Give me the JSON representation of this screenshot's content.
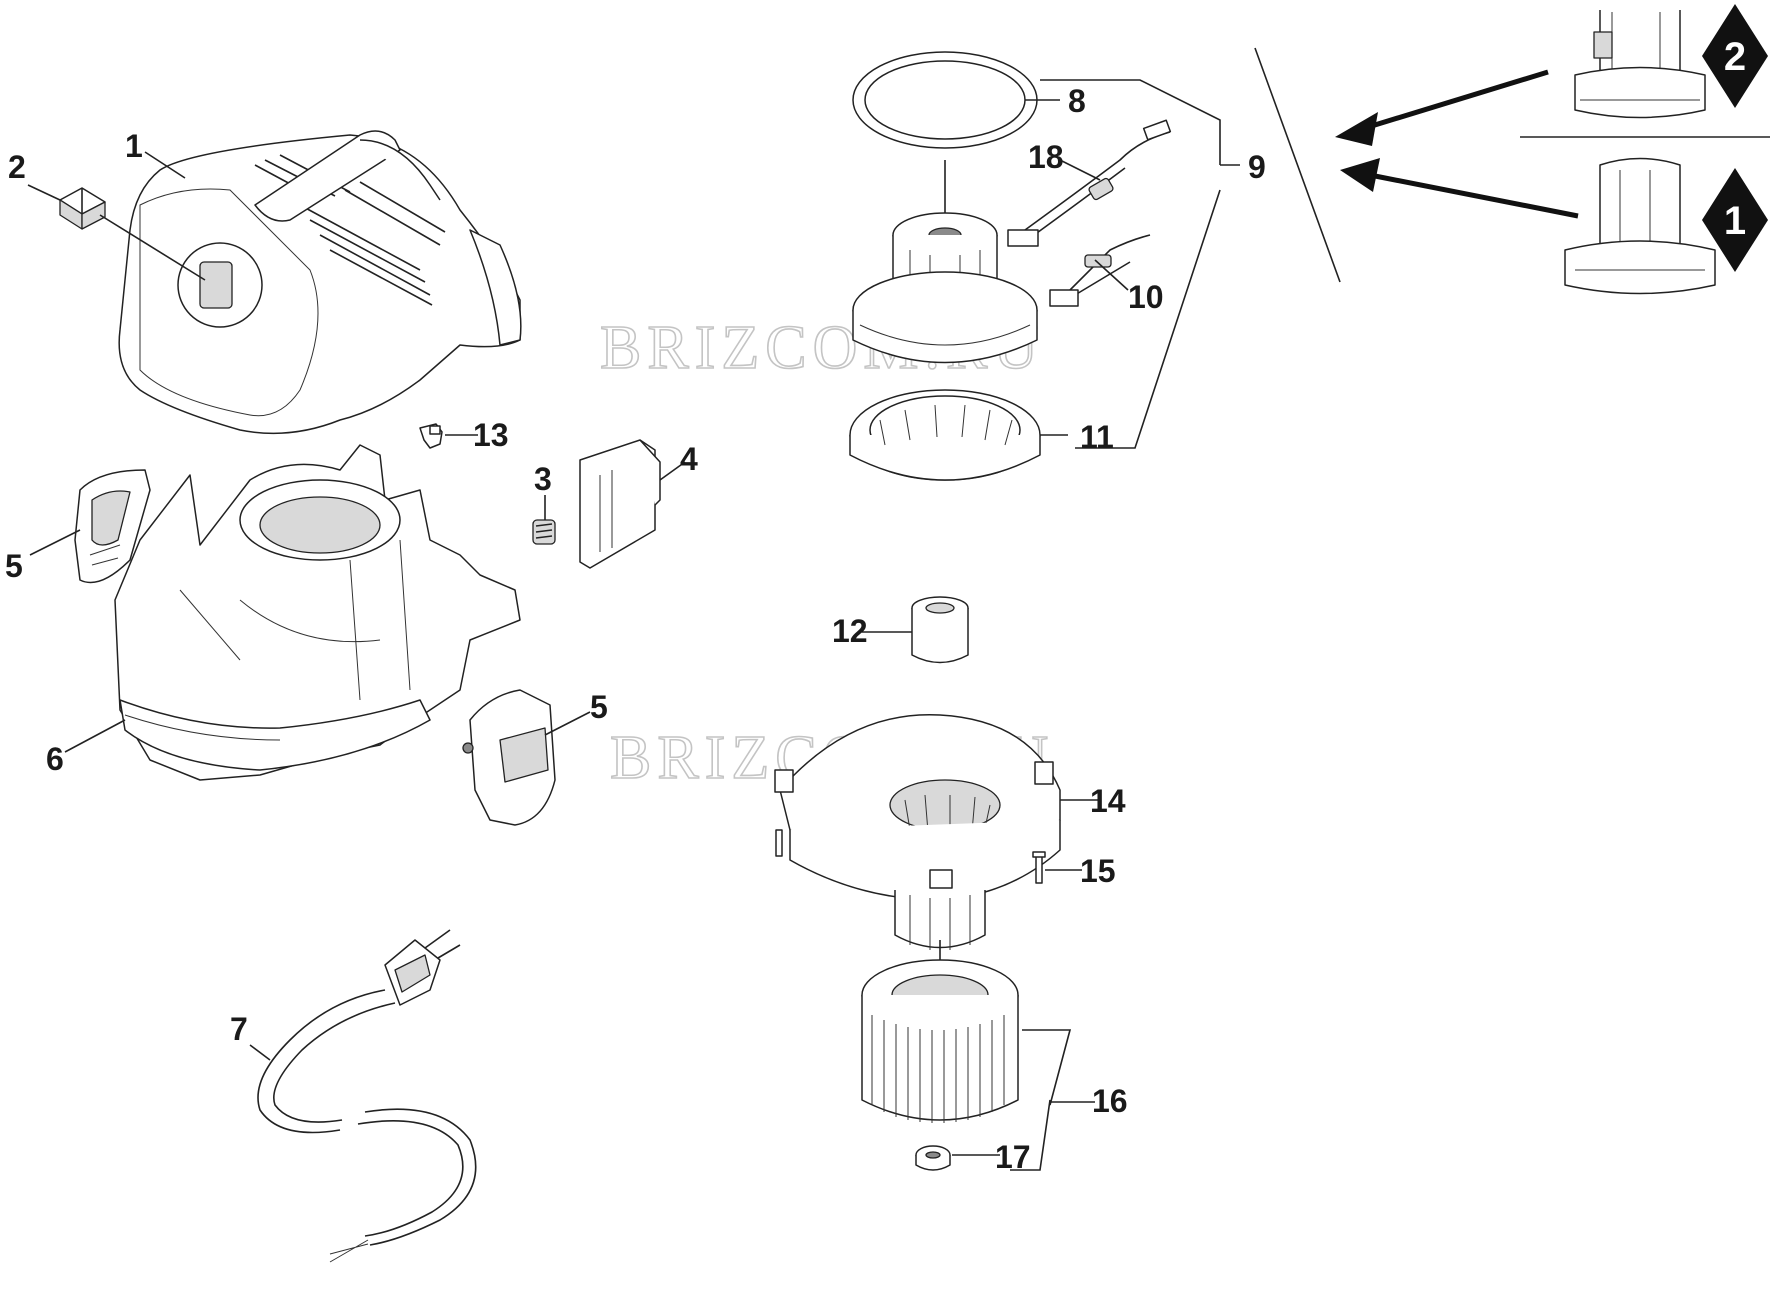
{
  "watermarks": [
    "BRIZCOM.RU",
    "BRIZCOM.RU"
  ],
  "parts": [
    {
      "number": "1"
    },
    {
      "number": "2"
    },
    {
      "number": "3"
    },
    {
      "number": "4"
    },
    {
      "number": "5"
    },
    {
      "number": "5"
    },
    {
      "number": "6"
    },
    {
      "number": "7"
    },
    {
      "number": "8"
    },
    {
      "number": "9"
    },
    {
      "number": "10"
    },
    {
      "number": "11"
    },
    {
      "number": "12"
    },
    {
      "number": "13"
    },
    {
      "number": "14"
    },
    {
      "number": "15"
    },
    {
      "number": "16"
    },
    {
      "number": "17"
    },
    {
      "number": "18"
    }
  ],
  "variants": [
    {
      "number": "2"
    },
    {
      "number": "1"
    }
  ]
}
